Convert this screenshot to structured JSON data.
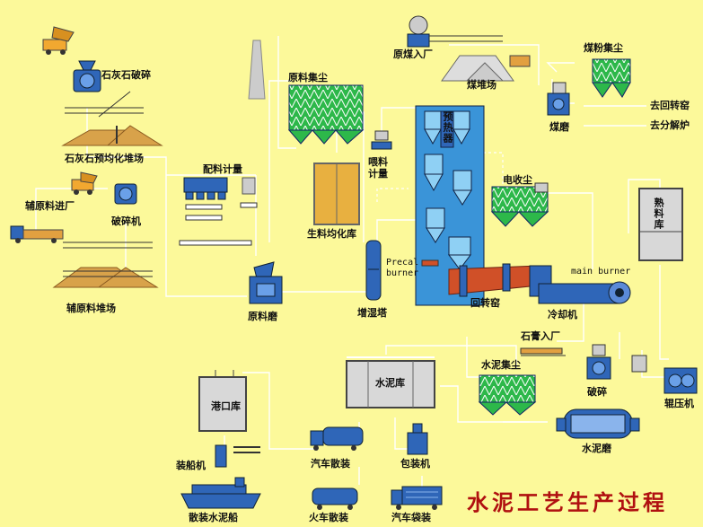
{
  "title": "水泥工艺生产过程",
  "labels": {
    "limestone_crush": "石灰石破碎",
    "limestone_yard": "石灰石预均化堆场",
    "batch_meter": "配料计量",
    "aux_in": "辅原料进厂",
    "crusher": "破碎机",
    "aux_yard": "辅原料堆场",
    "raw_mill": "原料磨",
    "raw_dust": "原料集尘",
    "raw_homo": "生料均化库",
    "feed_meter_1": "喂料",
    "feed_meter_2": "计量",
    "preheater": "预热器",
    "humid_tower": "增湿塔",
    "coal_in": "原煤入厂",
    "coal_yard": "煤堆场",
    "coal_dust": "煤粉集尘",
    "coal_mill": "煤磨",
    "to_kiln": "去回转窑",
    "to_calciner": "去分解炉",
    "esp": "电收尘",
    "precal_1": "Precal",
    "precal_2": "burner",
    "kiln": "回转窑",
    "main_burner": "main burner",
    "cooler": "冷却机",
    "clinker_silo": "熟料库",
    "gypsum_in": "石膏入厂",
    "cement_dust": "水泥集尘",
    "crush2": "破碎",
    "roller_press": "辊压机",
    "cement_mill": "水泥磨",
    "cement_silo": "水泥库",
    "port_silo": "港口库",
    "ship_loader": "装船机",
    "bulk_truck": "汽车散装",
    "packer": "包装机",
    "bulk_ship": "散装水泥船",
    "bulk_train": "火车散装",
    "bag_truck": "汽车袋装"
  },
  "colors": {
    "background": "#fcf99a",
    "equipment_blue": "#2f66b8",
    "dust_green": "#2db84a",
    "kiln_red": "#d05028",
    "silo_gray": "#cfcfcf",
    "raw_homo_fill": "#e8b040",
    "pile_fill": "#d8a24a",
    "preheater_cyan": "#5ab4e6",
    "title_red": "#b01010"
  }
}
